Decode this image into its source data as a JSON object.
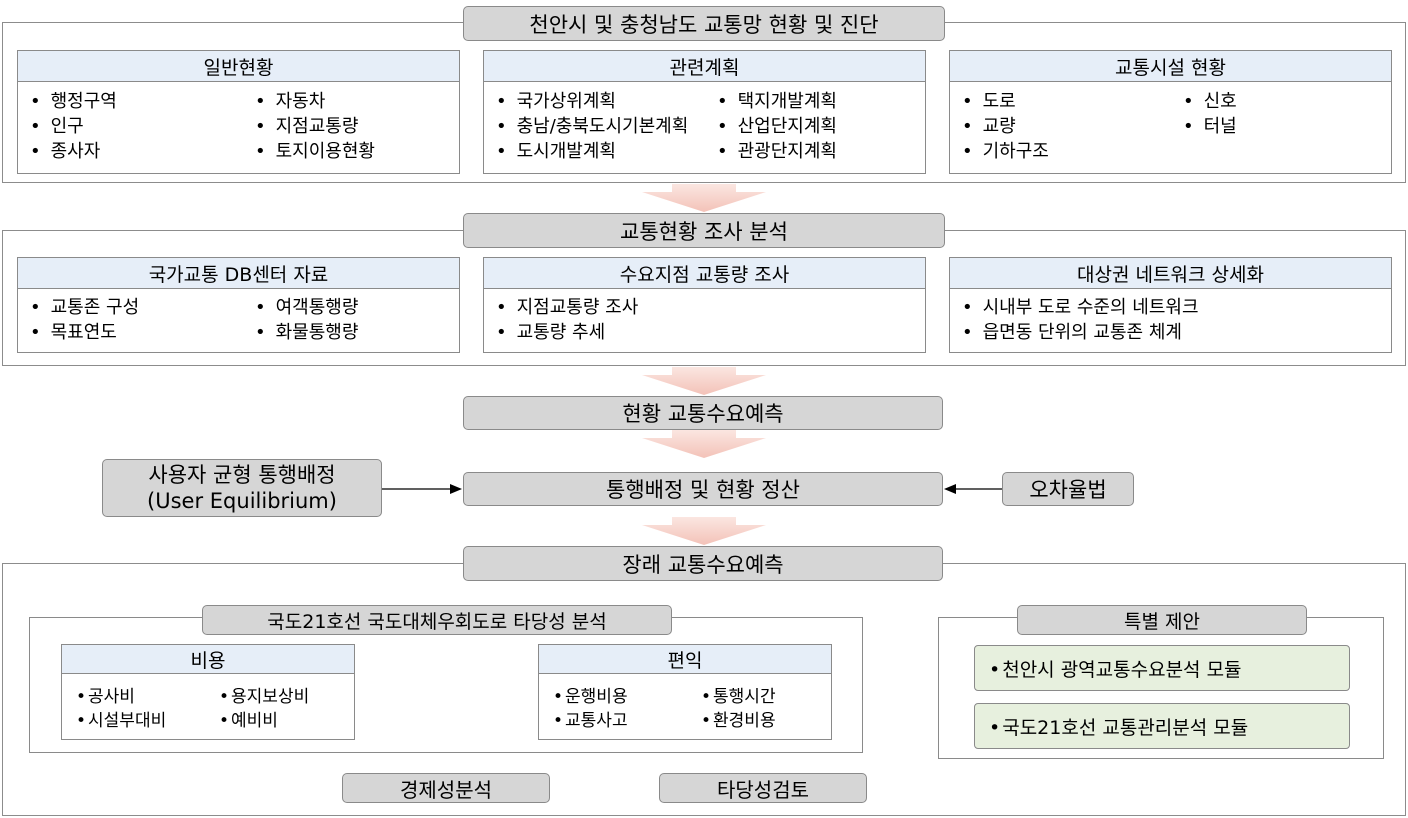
{
  "section1": {
    "title": "천안시 및 충청남도 교통망 현황 및 진단",
    "cards": [
      {
        "header": "일반현황",
        "items": [
          "행정구역",
          "인구",
          "종사자",
          "자동차",
          "지점교통량",
          "토지이용현황"
        ]
      },
      {
        "header": "관련계획",
        "items": [
          "국가상위계획",
          "충남/충북도시기본계획",
          "도시개발계획",
          "택지개발계획",
          "산업단지계획",
          "관광단지계획"
        ]
      },
      {
        "header": "교통시설 현황",
        "items": [
          "도로",
          "교량",
          "기하구조",
          "신호",
          "터널"
        ]
      }
    ]
  },
  "section2": {
    "title": "교통현황 조사 분석",
    "cards": [
      {
        "header": "국가교통 DB센터 자료",
        "items": [
          "교통존 구성",
          "목표연도",
          "여객통행량",
          "화물통행량"
        ]
      },
      {
        "header": "수요지점 교통량 조사",
        "items": [
          "지점교통량 조사",
          "교통량 추세"
        ]
      },
      {
        "header": "대상권 네트워크 상세화",
        "items": [
          "시내부 도로 수준의 네트워크",
          "읍면동 단위의 교통존 체계"
        ]
      }
    ]
  },
  "step_current_demand": "현황 교통수요예측",
  "step_assignment": "통행배정 및 현황 정산",
  "user_equilibrium": {
    "line1": "사용자 균형 통행배정",
    "line2": "(User Equilibrium)"
  },
  "error_method": "오차율법",
  "section3": {
    "title": "장래 교통수요예측",
    "feasibility": {
      "title": "국도21호선 국도대체우회도로 타당성 분석",
      "cost": {
        "header": "비용",
        "items": [
          "공사비",
          "시설부대비",
          "용지보상비",
          "예비비"
        ]
      },
      "benefit": {
        "header": "편익",
        "items": [
          "운행비용",
          "교통사고",
          "통행시간",
          "환경비용"
        ]
      }
    },
    "special": {
      "title": "특별 제안",
      "items": [
        "천안시 광역교통수요분석 모듈",
        "국도21호선 교통관리분석 모듈"
      ]
    },
    "economic_analysis": "경제성분석",
    "feasibility_review": "타당성검토"
  },
  "colors": {
    "box_grey": "#d6d6d6",
    "card_header": "#e6eef8",
    "green_box": "#e7f0de",
    "arrow_pink": "#f5c9c0"
  }
}
